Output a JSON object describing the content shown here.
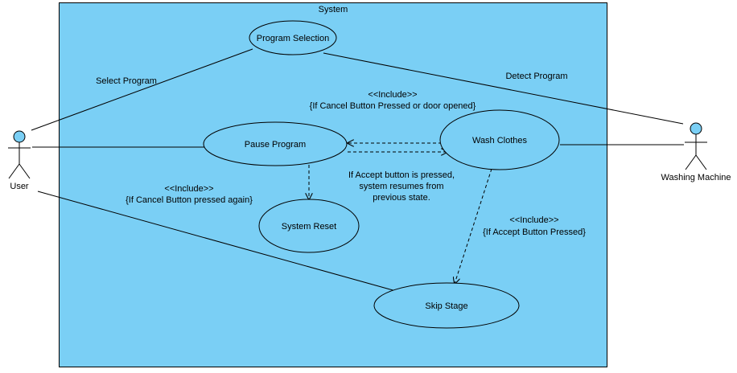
{
  "system": {
    "title": "System",
    "fill_color": "#7acff5"
  },
  "actors": {
    "user": "User",
    "washing_machine": "Washing Machine"
  },
  "use_cases": {
    "program_selection": "Program Selection",
    "pause_program": "Pause Program",
    "wash_clothes": "Wash Clothes",
    "system_reset": "System Reset",
    "skip_stage": "Skip Stage"
  },
  "associations": {
    "select_program": "Select Program",
    "detect_program": "Detect Program"
  },
  "relations": {
    "include_cancel_door": {
      "stereotype": "<<Include>>",
      "condition": "{If Cancel Button Pressed or door opened}"
    },
    "include_cancel_again": {
      "stereotype": "<<Include>>",
      "condition": "{If Cancel Button pressed again}"
    },
    "include_accept": {
      "stereotype": "<<Include>>",
      "condition": "{If Accept Button Pressed}"
    },
    "accept_note": {
      "line1": "If Accept button is pressed,",
      "line2": "system resumes from",
      "line3": "previous state."
    }
  }
}
